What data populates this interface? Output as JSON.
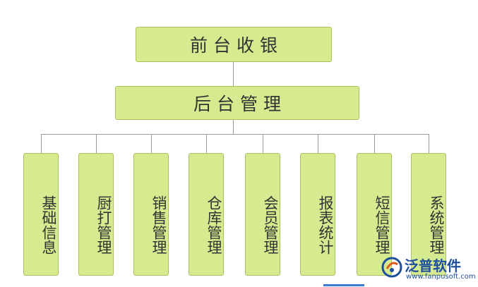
{
  "diagram": {
    "root": {
      "label": "前台收银"
    },
    "middle": {
      "label": "后台管理"
    },
    "leaves": [
      {
        "label": "基础信息"
      },
      {
        "label": "厨打管理"
      },
      {
        "label": "销售管理"
      },
      {
        "label": "仓库管理"
      },
      {
        "label": "会员管理"
      },
      {
        "label": "报表统计"
      },
      {
        "label": "短信管理"
      },
      {
        "label": "系统管理"
      }
    ],
    "colors": {
      "node_fill": "#d6ea8f",
      "node_border": "#a9c25a",
      "connector": "#9a9a9a",
      "text": "#333333"
    }
  },
  "watermark": {
    "brand": "泛普软件",
    "url": "www.fanpusoft.com",
    "logo_icon": "fanpu-logo-icon",
    "color": "#1e4f9c"
  }
}
